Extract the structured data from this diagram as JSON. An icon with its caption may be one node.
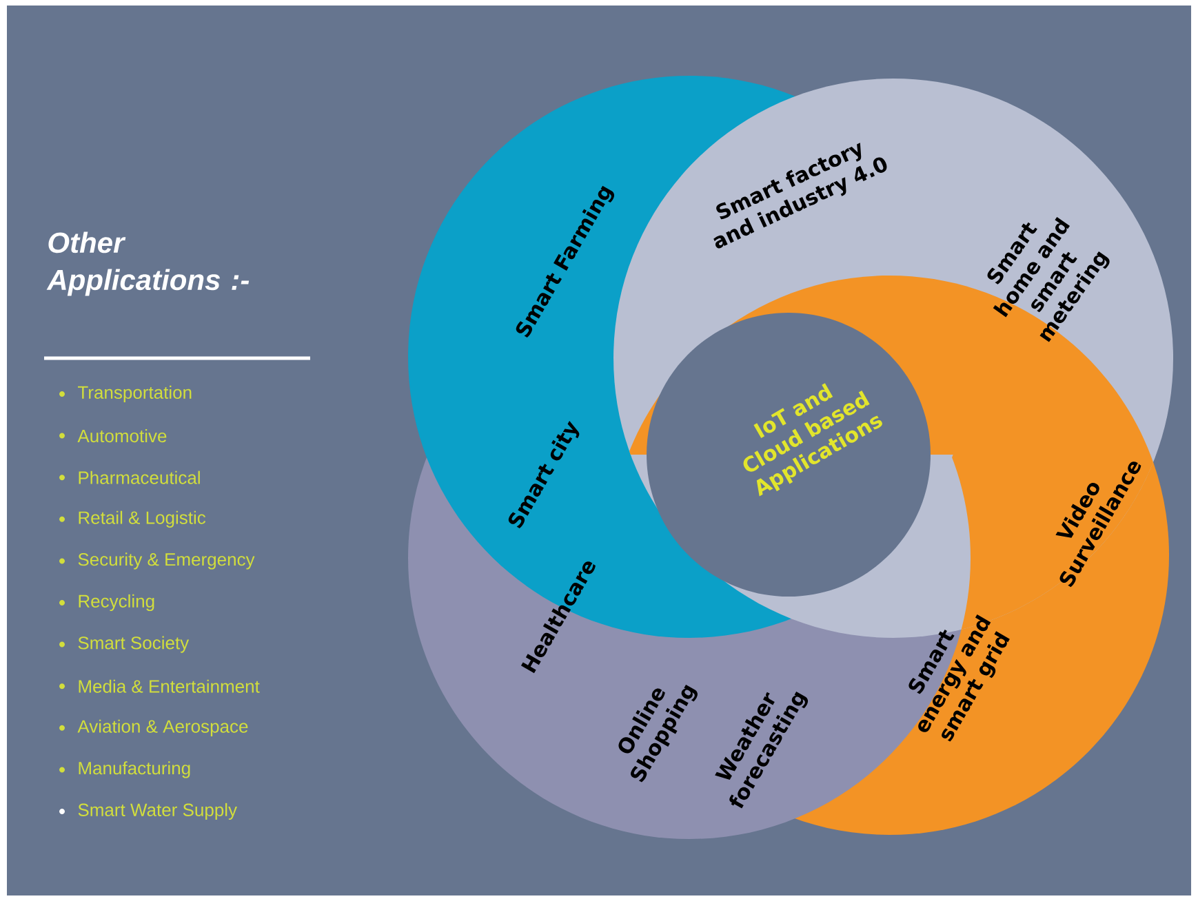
{
  "diagram": {
    "title": "Other Applications :-",
    "labels": [
      "Transportation",
      "Automotive",
      "Pharmaceutical",
      "Retail & Logistic",
      "Security & Emergency",
      "Recycling",
      "Smart Society",
      "Media & Entertainment",
      "Aviation & Aerospace",
      "Manufacturing",
      "Smart Water Supply",
      "Smart Farming",
      "Smart factory and industry 4.0",
      "Smart home and smart metering",
      "IoT and Cloud based Applications",
      "Smart city",
      "Video Surveillance",
      "Healthcare",
      "Online Shopping",
      "Weather forecasting",
      "Smart energy and smart grid"
    ]
  }
}
